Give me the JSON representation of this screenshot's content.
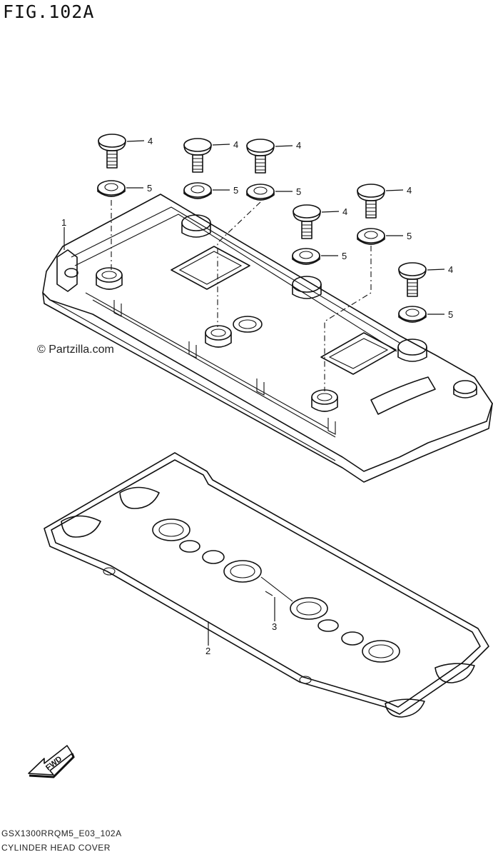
{
  "title": "FIG.102A",
  "watermark": "© Partzilla.com",
  "footer": {
    "code": "GSX1300RRQM5_E03_102A",
    "name": "CYLINDER HEAD COVER"
  },
  "fwd_label": "FWD",
  "callouts": {
    "p1": "1",
    "p2": "2",
    "p3": "3",
    "p4": "4",
    "p5": "5"
  }
}
